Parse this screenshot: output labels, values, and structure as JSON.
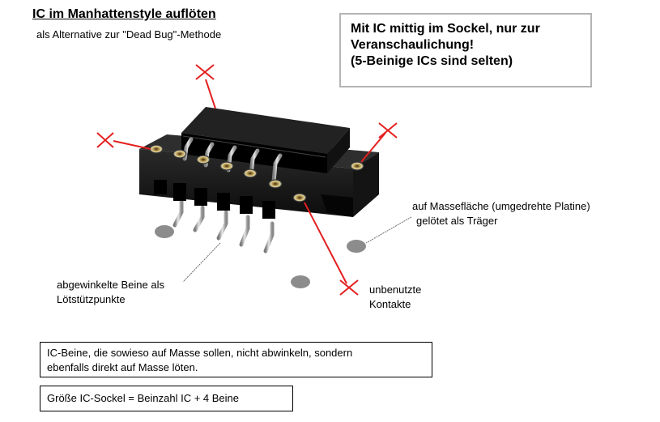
{
  "header": {
    "title": "IC im Manhattenstyle auflöten",
    "subtitle": "als Alternative zur \"Dead Bug\"-Methode"
  },
  "note": {
    "lines": [
      "Mit IC mittig im Sockel, nur zur",
      "Veranschaulichung!",
      "(5-Beinige ICs sind selten)"
    ]
  },
  "annotations": {
    "ground": [
      "auf Massefläche (umgedrehte Platine)",
      "gelötet als Träger"
    ],
    "bent_legs": [
      "abgewinkelte Beine als",
      "Lötstützpunkte"
    ],
    "unused": [
      "unbenutzte",
      "Kontakte"
    ]
  },
  "info_boxes": {
    "ground_rule": [
      "IC-Beine, die sowieso auf Masse sollen, nicht abwinkeln, sondern",
      "ebenfalls direkt auf Masse löten."
    ],
    "socket_rule": "Größe IC-Sockel = Beinzahl IC + 4 Beine"
  },
  "colors": {
    "cross_mark": "#e41f1f",
    "socket_body": "#1a1a1a",
    "ground_blob": "#8c8c8c",
    "note_border": "#b4b4b4"
  }
}
